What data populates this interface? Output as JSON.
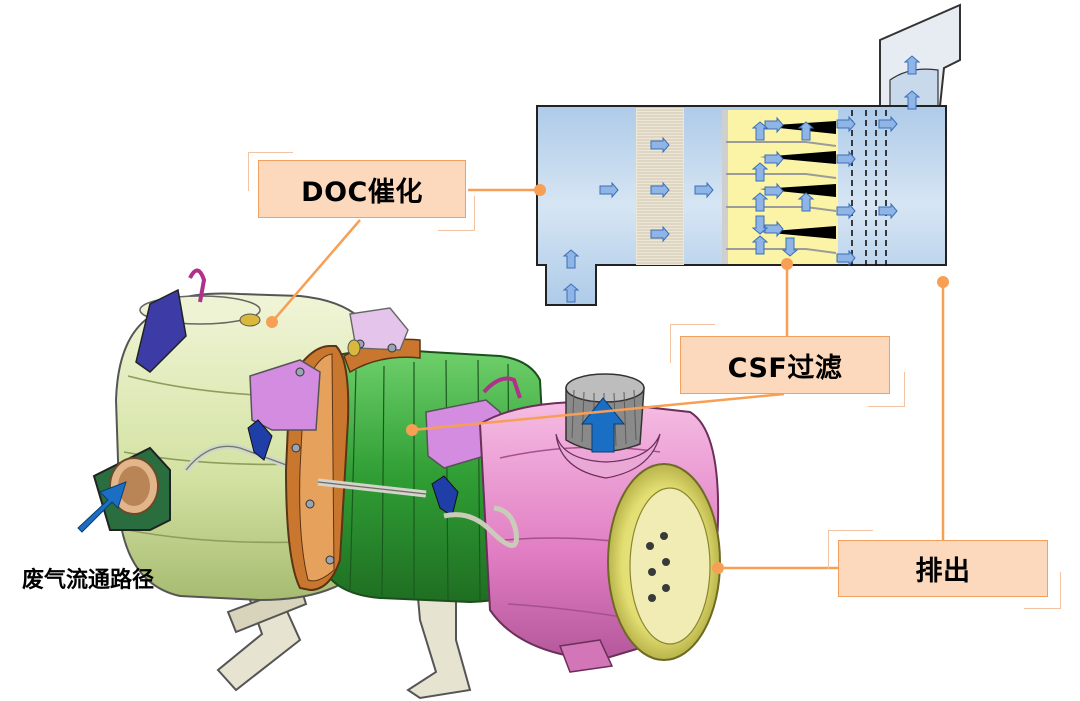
{
  "labels": {
    "doc": "DOC催化",
    "csf": "CSF过滤",
    "outlet": "排出",
    "exhaust_path": "废气流通路径"
  },
  "colors": {
    "callout_fill": "#fcd9bd",
    "callout_border": "#f2a060",
    "leader_line": "#f7a055",
    "flow_arrow": "#1a6fc4",
    "housing": "#bcd3ea",
    "doc_body": "#dde7b0",
    "csf_body": "#36a93a",
    "outlet_body": "#e58bcb",
    "outlet_face": "#e8e57a",
    "clamp": "#d38ce0",
    "flange": "#c9772f"
  },
  "icons": [
    "flow-arrow-icon",
    "exhaust-inlet-arrow-icon",
    "outlet-arrow-icon"
  ]
}
